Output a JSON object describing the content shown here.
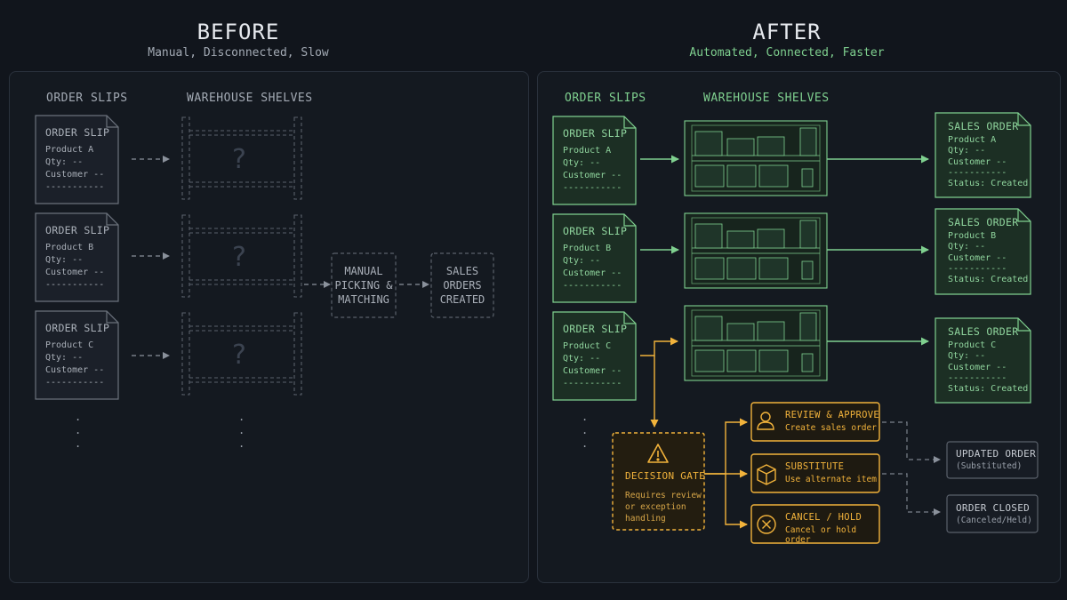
{
  "before": {
    "title": "BEFORE",
    "subtitle": "Manual, Disconnected, Slow",
    "order_slips_label": "ORDER SLIPS",
    "shelves_label": "WAREHOUSE SHELVES",
    "slips": [
      {
        "title": "ORDER SLIP",
        "product": "Product A",
        "qty": "Qty: --",
        "customer": "Customer --",
        "rule": "-----------"
      },
      {
        "title": "ORDER SLIP",
        "product": "Product B",
        "qty": "Qty: --",
        "customer": "Customer --",
        "rule": "-----------"
      },
      {
        "title": "ORDER SLIP",
        "product": "Product C",
        "qty": "Qty: --",
        "customer": "Customer --",
        "rule": "-----------"
      }
    ],
    "unknown_mark": "?",
    "manual_box": [
      "MANUAL",
      "PICKING &",
      "MATCHING"
    ],
    "sales_box": [
      "SALES",
      "ORDERS",
      "CREATED"
    ]
  },
  "after": {
    "title": "AFTER",
    "subtitle": "Automated, Connected, Faster",
    "order_slips_label": "ORDER SLIPS",
    "shelves_label": "WAREHOUSE SHELVES",
    "slips": [
      {
        "title": "ORDER SLIP",
        "product": "Product A",
        "qty": "Qty: --",
        "customer": "Customer --",
        "rule": "-----------"
      },
      {
        "title": "ORDER SLIP",
        "product": "Product B",
        "qty": "Qty: --",
        "customer": "Customer --",
        "rule": "-----------"
      },
      {
        "title": "ORDER SLIP",
        "product": "Product C",
        "qty": "Qty: --",
        "customer": "Customer --",
        "rule": "-----------"
      }
    ],
    "sales_orders": [
      {
        "title": "SALES ORDER",
        "product": "Product A",
        "qty": "Qty: --",
        "customer": "Customer --",
        "rule": "-----------",
        "status": "Status: Created"
      },
      {
        "title": "SALES ORDER",
        "product": "Product B",
        "qty": "Qty: --",
        "customer": "Customer --",
        "rule": "-----------",
        "status": "Status: Created"
      },
      {
        "title": "SALES ORDER",
        "product": "Product C",
        "qty": "Qty: --",
        "customer": "Customer --",
        "rule": "-----------",
        "status": "Status: Created"
      }
    ],
    "gate": {
      "title": "DECISION GATE",
      "desc_1": "Requires review",
      "desc_2": "or exception",
      "desc_3": "handling"
    },
    "options": [
      {
        "title": "REVIEW & APPROVE",
        "desc": "Create sales order",
        "icon": "user-icon"
      },
      {
        "title": "SUBSTITUTE",
        "desc": "Use alternate item",
        "icon": "box-icon"
      },
      {
        "title": "CANCEL / HOLD",
        "desc": "Cancel or hold order",
        "icon": "x-circle-icon"
      }
    ],
    "outcomes": [
      {
        "title": "UPDATED ORDER",
        "desc": "(Substituted)"
      },
      {
        "title": "ORDER CLOSED",
        "desc": "(Canceled/Held)"
      }
    ]
  },
  "colors": {
    "background": "#11151c",
    "green": "#7fd08f",
    "green_fill": "#1c2f24",
    "amber": "#f2b33b",
    "gray": "#8a919b"
  }
}
